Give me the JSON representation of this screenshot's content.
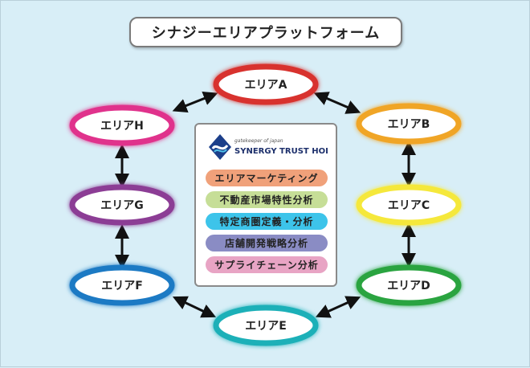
{
  "title": "シナジーエリアプラットフォーム",
  "areas": [
    {
      "label": "エリアA",
      "color": "#d8312e"
    },
    {
      "label": "エリアB",
      "color": "#f0a526"
    },
    {
      "label": "エリアC",
      "color": "#f5e83a"
    },
    {
      "label": "エリアD",
      "color": "#2aa441"
    },
    {
      "label": "エリアE",
      "color": "#1eb0b8"
    },
    {
      "label": "エリアF",
      "color": "#1d7ac4"
    },
    {
      "label": "エリアG",
      "color": "#8c3e95"
    },
    {
      "label": "エリアH",
      "color": "#e0338c"
    }
  ],
  "logo": {
    "tagline": "gatekeeper of japan",
    "name": "SYNERGY TRUST HOLDINGS"
  },
  "services": [
    {
      "label": "エリアマーケティング",
      "color": "#f0a17a"
    },
    {
      "label": "不動産市場特性分析",
      "color": "#c6de97"
    },
    {
      "label": "特定商圏定義・分析",
      "color": "#3dc4ea"
    },
    {
      "label": "店舗開発戦略分析",
      "color": "#8a8cc4"
    },
    {
      "label": "サプライチェーン分析",
      "color": "#e8a4c4"
    }
  ]
}
